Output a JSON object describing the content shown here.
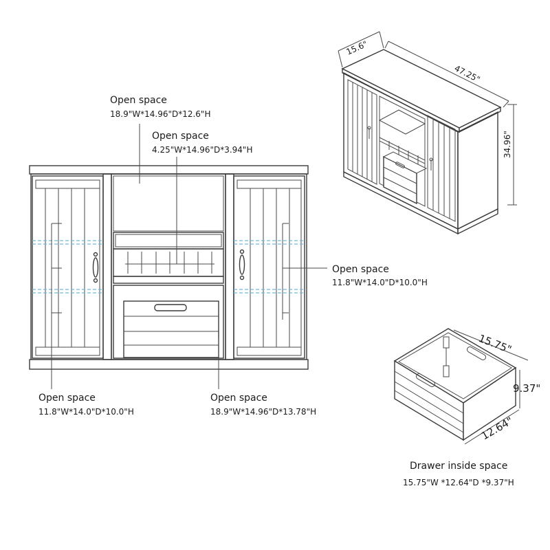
{
  "front_view": {
    "callout_top_main": {
      "title": "Open space",
      "size": "18.9\"W*14.96\"D*12.6\"H"
    },
    "callout_top_small": {
      "title": "Open space",
      "size": "4.25\"W*14.96\"D*3.94\"H"
    },
    "callout_right": {
      "title": "Open space",
      "size": "11.8\"W*14.0\"D*10.0\"H"
    },
    "callout_bottom_left": {
      "title": "Open space",
      "size": "11.8\"W*14.0\"D*10.0\"H"
    },
    "callout_bottom_mid": {
      "title": "Open space",
      "size": "18.9\"W*14.96\"D*13.78\"H"
    }
  },
  "perspective_view": {
    "depth": "15.6\"",
    "width": "47.25\"",
    "height": "34.96\""
  },
  "drawer": {
    "width": "15.75\"",
    "height": "9.37\"",
    "depth": "12.64\"",
    "caption_title": "Drawer inside space",
    "caption_size": "15.75\"W *12.64\"D *9.37\"H"
  }
}
